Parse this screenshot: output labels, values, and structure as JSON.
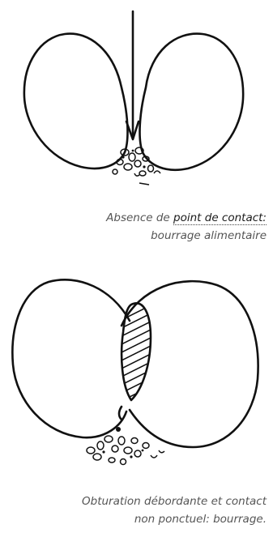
{
  "captions": [
    {
      "prefix": "Absence de ",
      "link": "point de contact:",
      "line2": "bourrage alimentaire"
    },
    {
      "line1": "Obturation débordante et contact",
      "line2": "non ponctuel: bourrage."
    }
  ]
}
